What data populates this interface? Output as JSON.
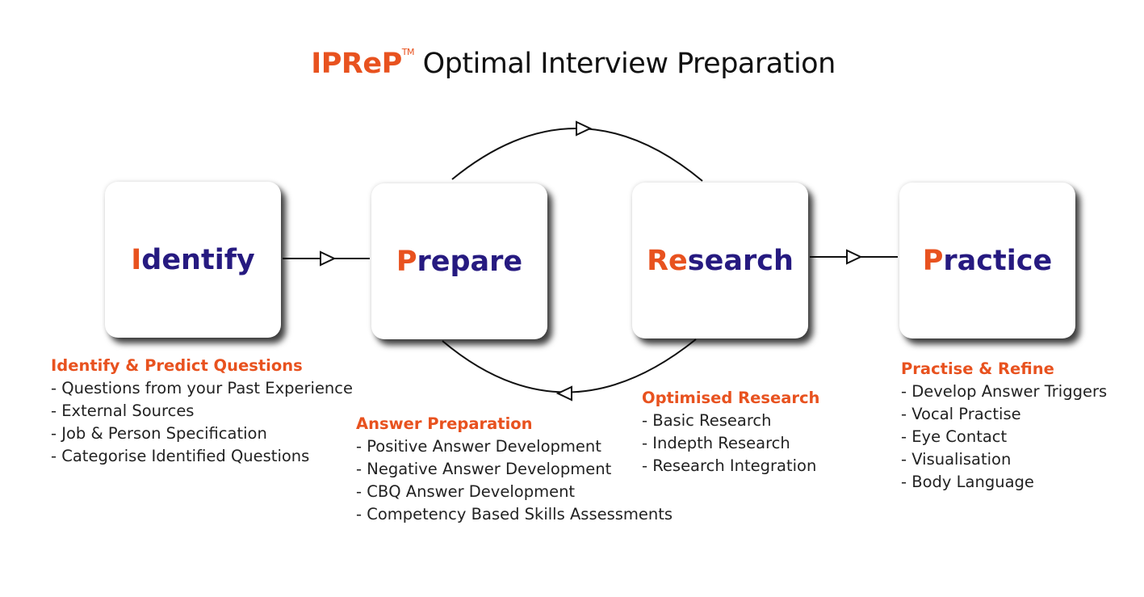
{
  "title": {
    "brand": "IPReP",
    "tm": "TM",
    "text": "Optimal Interview Preparation"
  },
  "colors": {
    "accent": "#e8521f",
    "primary": "#261a80"
  },
  "stages": [
    {
      "first": "I",
      "rest": "dentify"
    },
    {
      "first": "P",
      "rest": "repare"
    },
    {
      "first": "Re",
      "rest": "search"
    },
    {
      "first": "P",
      "rest": "ractice"
    }
  ],
  "lists": [
    {
      "heading": "Identify & Predict Questions",
      "items": [
        "- Questions from your Past Experience",
        "- External Sources",
        "- Job & Person Specification",
        "- Categorise Identified Questions"
      ]
    },
    {
      "heading": "Answer Preparation",
      "items": [
        "- Positive Answer Development",
        "- Negative Answer Development",
        "- CBQ Answer Development",
        "- Competency Based Skills Assessments"
      ]
    },
    {
      "heading": "Optimised Research",
      "items": [
        "- Basic Research",
        "- Indepth Research",
        "- Research Integration"
      ]
    },
    {
      "heading": "Practise & Refine",
      "items": [
        "- Develop Answer Triggers",
        "- Vocal Practise",
        "- Eye Contact",
        "- Visualisation",
        "- Body Language"
      ]
    }
  ]
}
